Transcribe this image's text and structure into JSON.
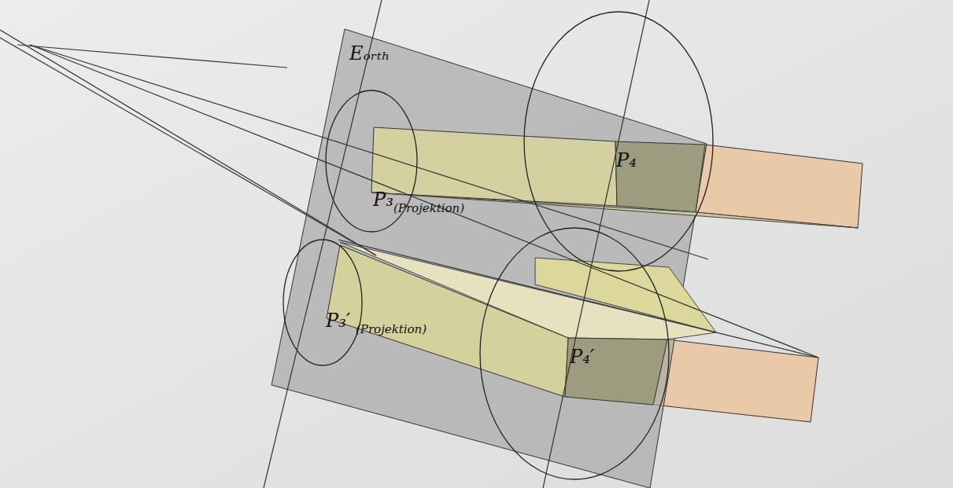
{
  "diagram": {
    "labels": [
      "Eₒᵣₜₕ",
      "P₄",
      "P₃",
      "(Projektion)",
      "P₃′",
      "(Projektion)",
      "P₄′"
    ]
  }
}
